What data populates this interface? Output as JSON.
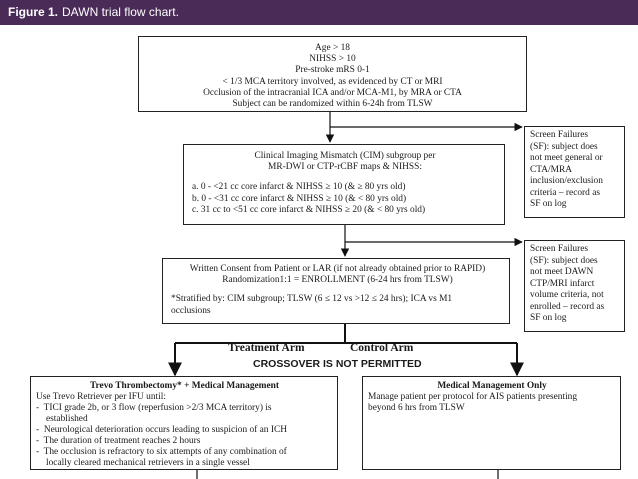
{
  "header": {
    "figure_label": "Figure 1.",
    "title": "DAWN trial flow chart."
  },
  "eligibility": {
    "lines": [
      "Age > 18",
      "NIHSS > 10",
      "Pre-stroke mRS 0-1",
      "< 1/3 MCA territory involved, as evidenced by CT or MRI",
      "Occlusion of the intracranial ICA and/or MCA-M1, by MRA or CTA",
      "Subject can be randomized within 6-24h from TLSW"
    ]
  },
  "screen_failures_1": {
    "lines": [
      "Screen Failures",
      "(SF): subject does",
      "not meet general or",
      "CTA/MRA",
      "inclusion/exclusion",
      "criteria – record as",
      "SF on log"
    ]
  },
  "cim": {
    "heading_lines": [
      "Clinical Imaging Mismatch (CIM) subgroup per",
      "MR-DWI or CTP-rCBF maps & NIHSS:"
    ],
    "items": [
      "a.   0 - <21 cc core infarct & NIHSS ≥ 10 (& ≥ 80 yrs old)",
      "b.   0 - <31 cc core infarct & NIHSS ≥ 10 (& < 80 yrs old)",
      "c.   31 cc to <51 cc core infarct & NIHSS ≥ 20 (& < 80 yrs old)"
    ]
  },
  "screen_failures_2": {
    "lines": [
      "Screen Failures",
      "(SF): subject does",
      "not meet DAWN",
      "CTP/MRI infarct",
      "volume criteria, not",
      "enrolled – record as",
      "SF on log"
    ]
  },
  "consent": {
    "lines": [
      "Written Consent from Patient or LAR (if not already obtained prior to RAPID)",
      "Randomization1:1 = ENROLLMENT (6-24 hrs from TLSW)"
    ],
    "strat_lines": [
      "*Stratified by: CIM subgroup; TLSW (6 ≤ 12 vs >12 ≤ 24 hrs); ICA vs M1",
      "occlusions"
    ]
  },
  "arms": {
    "treatment_label": "Treatment Arm",
    "control_label": "Control Arm",
    "crossover": "CROSSOVER IS NOT PERMITTED"
  },
  "treatment": {
    "title": "Trevo Thrombectomy* + Medical Management",
    "intro": "Use Trevo Retriever per IFU until:",
    "items": [
      "TICI grade 2b, or 3 flow (reperfusion >2/3 MCA territory)  is",
      "established",
      "Neurological deterioration occurs leading to suspicion of an ICH",
      "The duration of treatment reaches 2 hours",
      "The occlusion is refractory to six attempts of any combination of",
      "locally cleared mechanical retrievers in a single vessel"
    ]
  },
  "control": {
    "title": "Medical Management Only",
    "lines": [
      "Manage patient per protocol for AIS patients presenting",
      "beyond 6 hrs from TLSW"
    ]
  }
}
